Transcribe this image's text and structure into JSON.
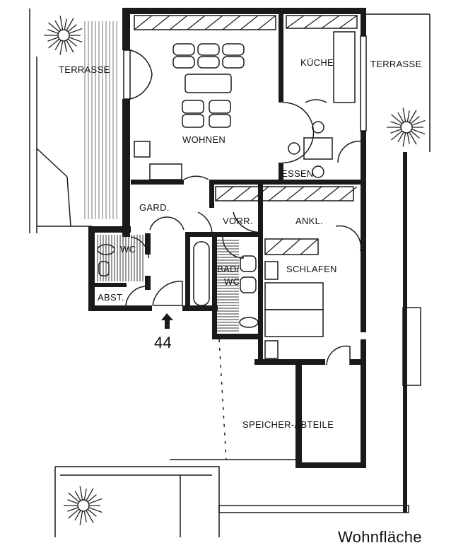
{
  "rooms": {
    "terrasse_left": "TERRASSE",
    "terrasse_right": "TERRASSE",
    "kueche": "KÜCHE",
    "wohnen": "WOHNEN",
    "essen": "ESSEN",
    "gard": "GARD.",
    "vorr": "VORR.",
    "ankl": "ANKL.",
    "wc": "WC",
    "abst": "ABST.",
    "bad_line1": "BAD/",
    "bad_line2": "WC",
    "schlafen": "SCHLAFEN",
    "speicher": "SPEICHER-ABTEILE"
  },
  "unit_number": "44",
  "footer_text": "Wohnfläche"
}
